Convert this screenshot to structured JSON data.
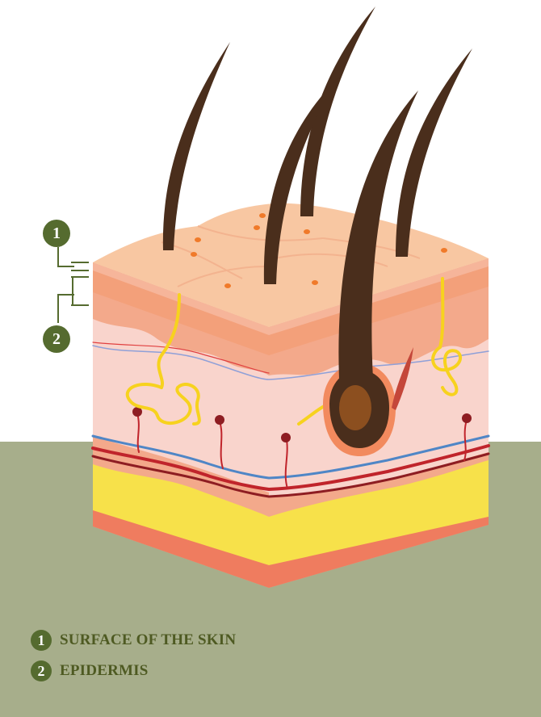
{
  "callouts": [
    {
      "number": "1"
    },
    {
      "number": "2"
    }
  ],
  "legend": [
    {
      "number": "1",
      "label": "SURFACE OF THE SKIN"
    },
    {
      "number": "2",
      "label": "EPIDERMIS"
    }
  ],
  "colors": {
    "ground": "#a7ae8b",
    "badge": "#556b2f",
    "legend_text": "#4e5a22",
    "skin_surface": "#f8c7a2",
    "epidermis": "#f0a076",
    "fat_layer": "#f7e14a",
    "hair": "#4a2e1c"
  }
}
